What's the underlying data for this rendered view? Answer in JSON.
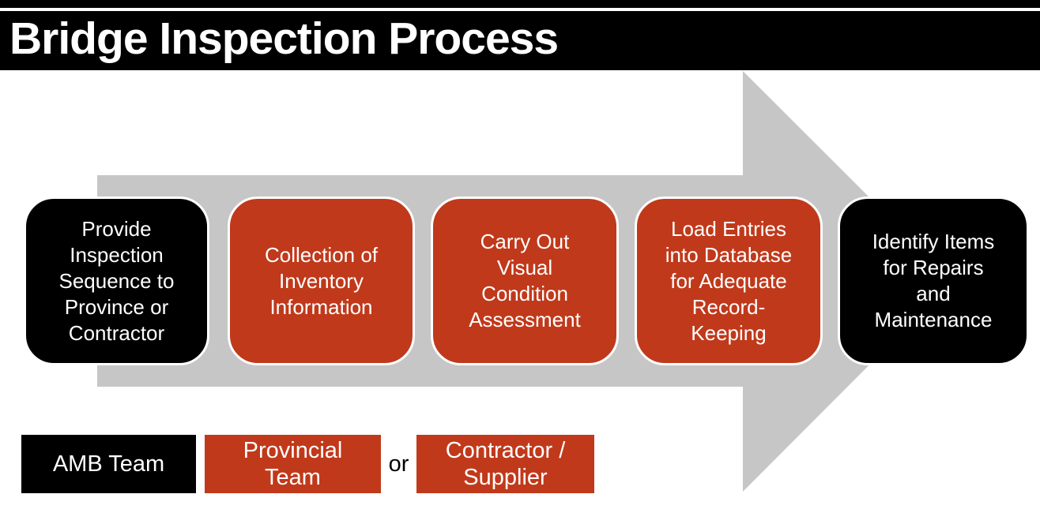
{
  "header": {
    "title": "Bridge Inspection Process"
  },
  "colors": {
    "black": "#000000",
    "red": "#C0391B",
    "arrow_gray": "#C6C6C6",
    "text_white": "#FFFFFF"
  },
  "process_steps": [
    {
      "label": "Provide\nInspection\nSequence to\nProvince or\nContractor",
      "color": "black"
    },
    {
      "label": "Collection of\nInventory\nInformation",
      "color": "red"
    },
    {
      "label": "Carry Out\nVisual\nCondition\nAssessment",
      "color": "red"
    },
    {
      "label": "Load Entries\ninto Database\nfor Adequate\nRecord-\nKeeping",
      "color": "red"
    },
    {
      "label": "Identify Items\nfor Repairs\nand\nMaintenance",
      "color": "black"
    }
  ],
  "legend": {
    "items": [
      {
        "label": "AMB Team",
        "color": "black"
      },
      {
        "label": "Provincial\nTeam",
        "color": "red"
      },
      {
        "label": "Contractor /\nSupplier",
        "color": "red"
      }
    ],
    "or_label": "or"
  }
}
